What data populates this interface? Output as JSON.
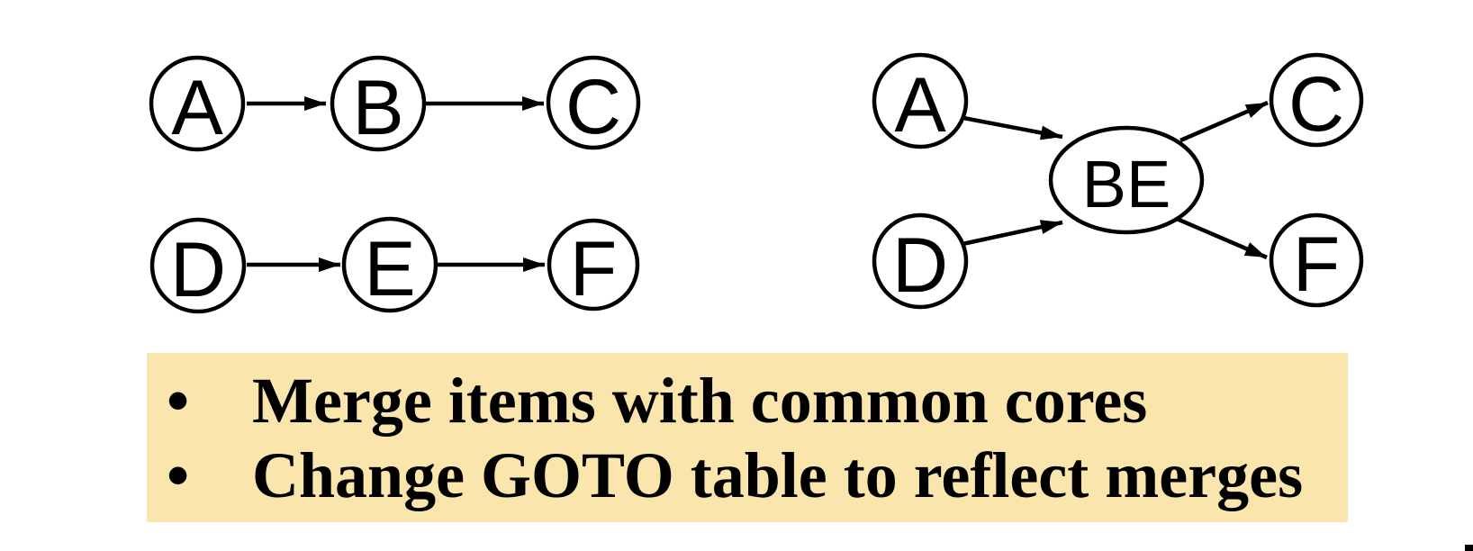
{
  "colors": {
    "background": "#FFFFFF",
    "node_stroke": "#000000",
    "node_fill": "#FFFFFF",
    "edge_color": "#000000",
    "text_color": "#000000",
    "callout_background": "#FAE5AD"
  },
  "left_graph": {
    "nodes": [
      {
        "label": "A"
      },
      {
        "label": "B"
      },
      {
        "label": "C"
      },
      {
        "label": "D"
      },
      {
        "label": "E"
      },
      {
        "label": "F"
      }
    ],
    "edges": [
      {
        "from": "A",
        "to": "B"
      },
      {
        "from": "B",
        "to": "C"
      },
      {
        "from": "D",
        "to": "E"
      },
      {
        "from": "E",
        "to": "F"
      }
    ]
  },
  "right_graph": {
    "nodes": [
      {
        "label": "A"
      },
      {
        "label": "D"
      },
      {
        "label": "BE"
      },
      {
        "label": "C"
      },
      {
        "label": "F"
      }
    ],
    "edges": [
      {
        "from": "A",
        "to": "BE"
      },
      {
        "from": "D",
        "to": "BE"
      },
      {
        "from": "BE",
        "to": "C"
      },
      {
        "from": "BE",
        "to": "F"
      }
    ]
  },
  "callout": {
    "bullet_glyph": "•",
    "items": [
      "Merge items with common cores",
      "Change GOTO table to reflect merges"
    ]
  }
}
